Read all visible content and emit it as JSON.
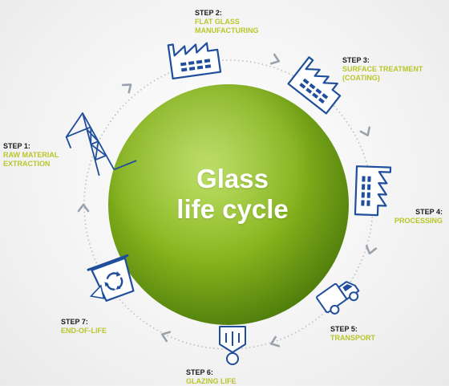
{
  "title": {
    "line1": "Glass",
    "line2": "life cycle"
  },
  "steps": [
    {
      "num": "STEP 1:",
      "label1": "RAW MATERIAL",
      "label2": "EXTRACTION"
    },
    {
      "num": "STEP 2:",
      "label1": "FLAT GLASS",
      "label2": "MANUFACTURING"
    },
    {
      "num": "STEP 3:",
      "label1": "SURFACE TREATMENT",
      "label2": "(COATING)"
    },
    {
      "num": "STEP 4:",
      "label1": "PROCESSING",
      "label2": ""
    },
    {
      "num": "STEP 5:",
      "label1": "TRANSPORT",
      "label2": ""
    },
    {
      "num": "STEP 6:",
      "label1": "GLAZING LIFE",
      "label2": ""
    },
    {
      "num": "STEP 7:",
      "label1": "END-OF-LIFE",
      "label2": ""
    }
  ],
  "icons": [
    "drilling-rig-icon",
    "factory-icon",
    "factory-icon",
    "factory-icon",
    "truck-icon",
    "window-icon",
    "recycle-bin-icon"
  ],
  "colors": {
    "globe": "#8cb91f",
    "icon": "#1f4e9c",
    "label": "#b9c62a",
    "arrow": "#9aa3ad"
  }
}
